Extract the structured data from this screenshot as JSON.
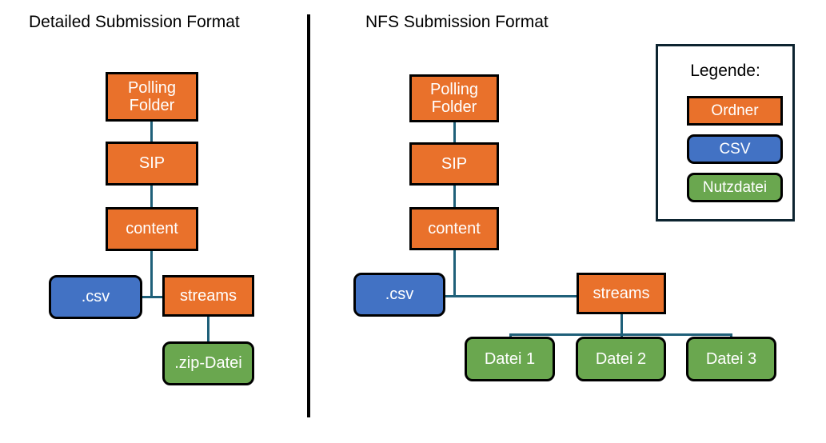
{
  "panels": {
    "left": {
      "title": "Detailed Submission Format",
      "nodes": {
        "polling_folder": "Polling\nFolder",
        "polling_folder_line1": "Polling",
        "polling_folder_line2": "Folder",
        "sip": "SIP",
        "content": "content",
        "csv": ".csv",
        "streams": "streams",
        "zip": ".zip-Datei"
      }
    },
    "right": {
      "title": "NFS Submission Format",
      "nodes": {
        "polling_folder_line1": "Polling",
        "polling_folder_line2": "Folder",
        "sip": "SIP",
        "content": "content",
        "csv": ".csv",
        "streams": "streams",
        "datei1": "Datei 1",
        "datei2": "Datei 2",
        "datei3": "Datei 3"
      }
    }
  },
  "legend": {
    "title": "Legende:",
    "items": [
      {
        "label": "Ordner",
        "color": "#e9712b",
        "kind": "folder"
      },
      {
        "label": "CSV",
        "color": "#4272c4",
        "kind": "csv"
      },
      {
        "label": "Nutzdatei",
        "color": "#6aa74f",
        "kind": "payload"
      }
    ]
  },
  "colors": {
    "folder": "#e9712b",
    "csv": "#4272c4",
    "payload": "#6aa74f",
    "connector": "#1f6079",
    "border": "#000000",
    "background": "#ffffff",
    "text_on_node": "#ffffff",
    "text_title": "#000000"
  }
}
